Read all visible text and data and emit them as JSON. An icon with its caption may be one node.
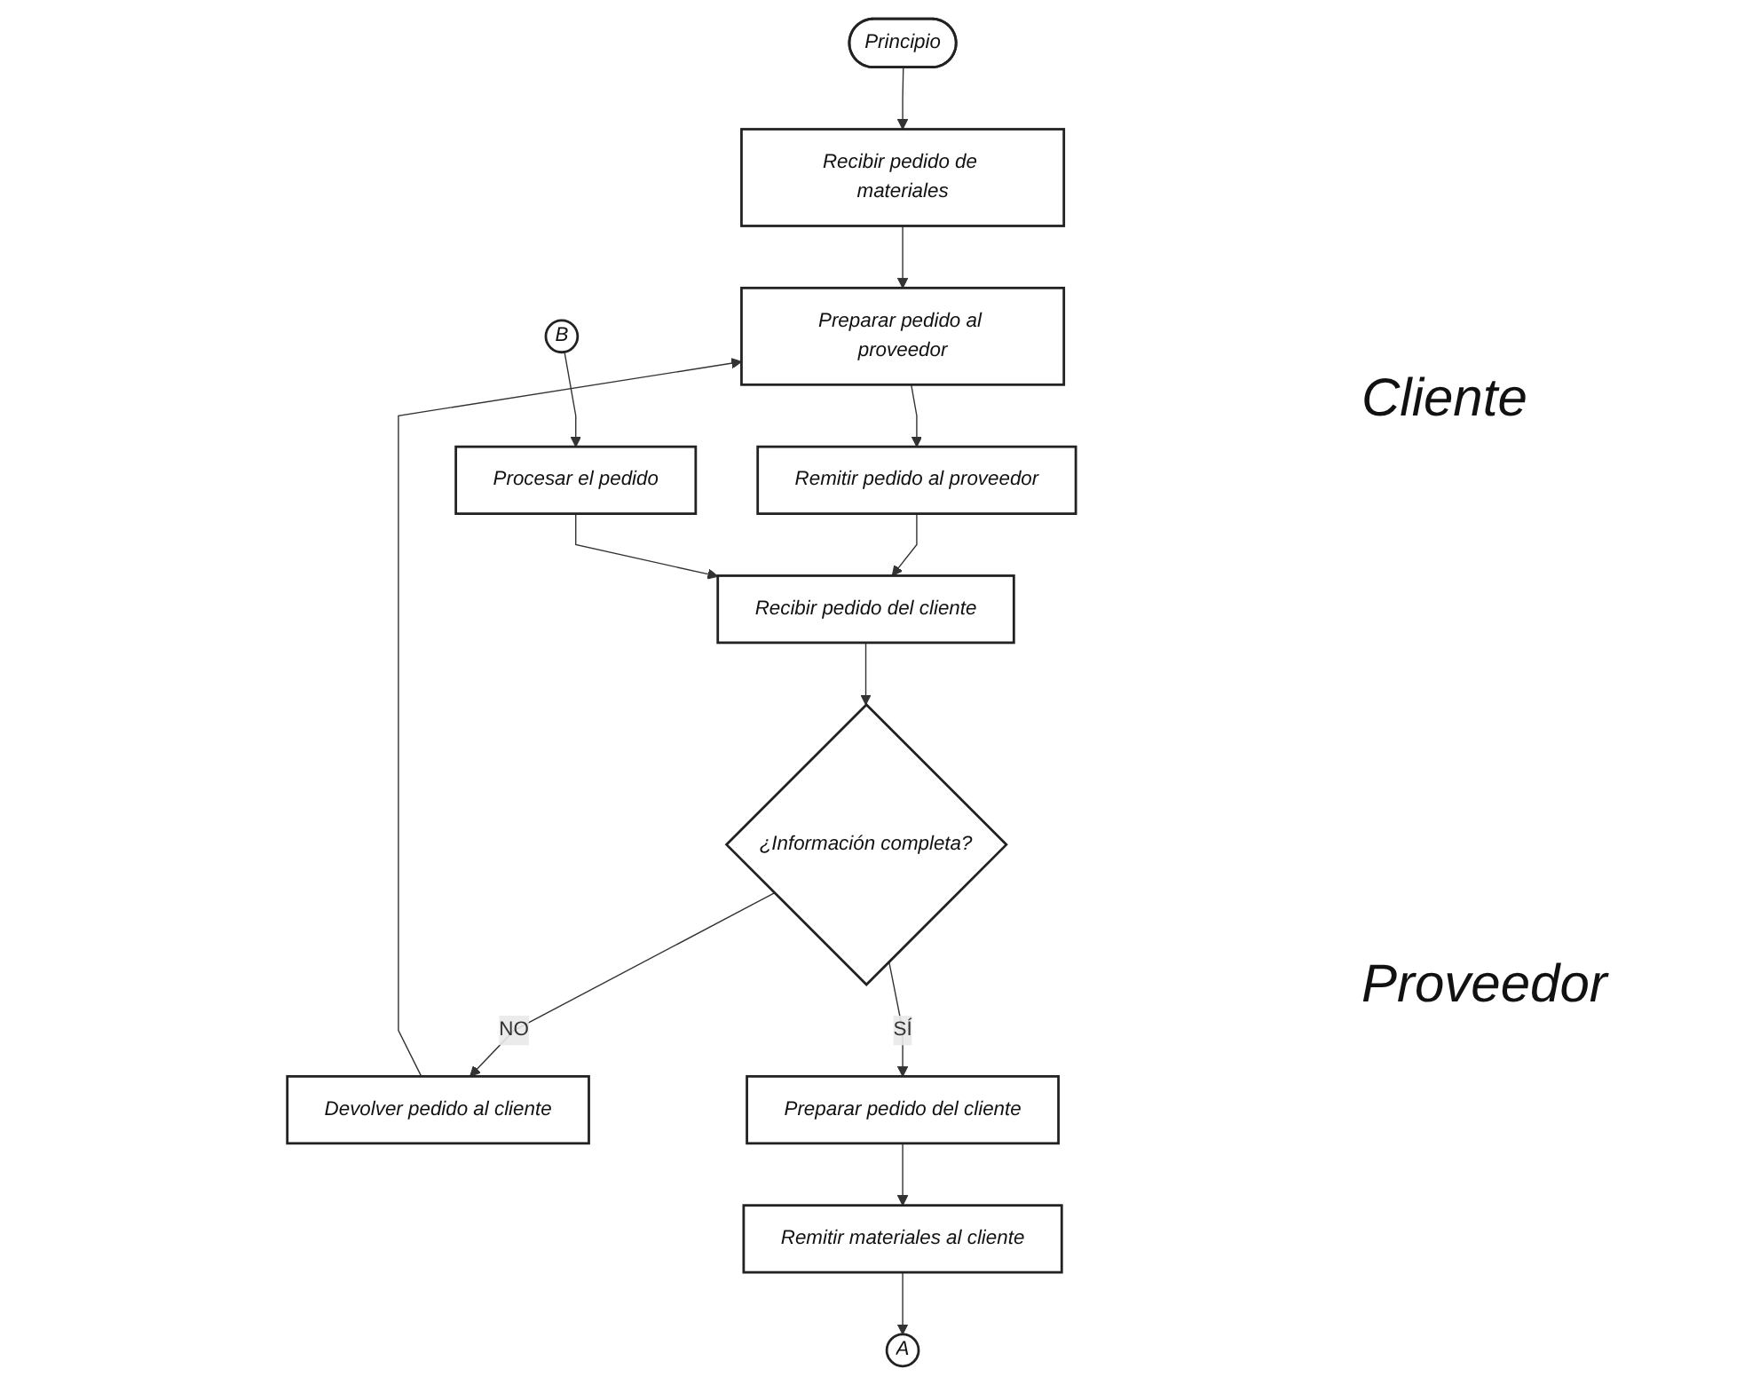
{
  "diagram": {
    "nodes": [
      {
        "text": [
          "Principio"
        ]
      },
      {
        "text": [
          "Recibir pedido de materiales"
        ]
      },
      {
        "text": [
          "Preparar pedido al proveedor"
        ]
      },
      {
        "text": [
          "Remitir pedido al proveedor"
        ]
      },
      {
        "text": [
          "Recibir pedido del cliente"
        ]
      },
      {
        "text": [
          "¿Información completa?"
        ]
      },
      {
        "text": [
          "Devolver pedido al cliente"
        ]
      },
      {
        "text": [
          "Procesar el pedido"
        ]
      },
      {
        "text": [
          "B"
        ]
      },
      {
        "text": [
          "Preparar pedido del cliente"
        ]
      },
      {
        "text": [
          "Remitir materiales al cliente"
        ]
      },
      {
        "text": [
          "A"
        ]
      }
    ],
    "edges": [
      {
        "from": 0,
        "to": 1,
        "arrow": "to"
      },
      {
        "from": 1,
        "to": 2,
        "arrow": "to"
      },
      {
        "from": 2,
        "to": 3,
        "arrow": "to"
      },
      {
        "from": 3,
        "to": 4,
        "arrow": "to"
      },
      {
        "from": 4,
        "to": 5,
        "arrow": "to"
      },
      {
        "from": 5,
        "to": 6,
        "arrow": "to",
        "label": "NO"
      },
      {
        "from": 6,
        "to": 2,
        "arrow": "to"
      },
      {
        "from": 7,
        "to": 4,
        "arrow": "to"
      },
      {
        "from": 8,
        "to": 7,
        "arrow": "to"
      },
      {
        "from": 5,
        "to": 9,
        "arrow": "to",
        "label": "SÍ"
      },
      {
        "from": 9,
        "to": 10,
        "arrow": "to"
      },
      {
        "from": 10,
        "to": 11,
        "arrow": "to"
      }
    ],
    "labels": [
      "Cliente",
      "Proveedor"
    ]
  }
}
